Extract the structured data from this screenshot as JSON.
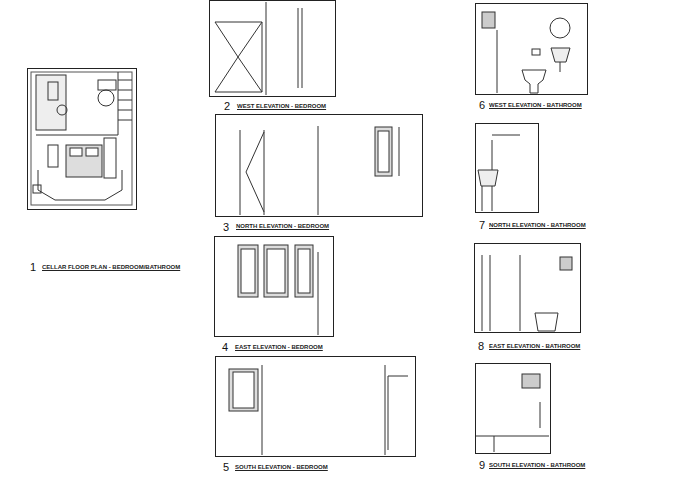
{
  "diagram": {
    "nodes": [
      {
        "text": [
          "1",
          "CELLAR FLOOR PLAN - BEDROOM/BATHROOM"
        ]
      },
      {
        "text": [
          "2",
          "WEST ELEVATION - BEDROOM"
        ]
      },
      {
        "text": [
          "3",
          "NORTH ELEVATION - BEDROOM"
        ]
      },
      {
        "text": [
          "4",
          "EAST ELEVATION - BEDROOM"
        ]
      },
      {
        "text": [
          "5",
          "SOUTH ELEVATION - BEDROOM"
        ]
      },
      {
        "text": [
          "6",
          "WEST ELEVATION - BATHROOM"
        ]
      },
      {
        "text": [
          "7",
          "NORTH ELEVATION - BATHROOM"
        ]
      },
      {
        "text": [
          "8",
          "EAST ELEVATION - BATHROOM"
        ]
      },
      {
        "text": [
          "9",
          "SOUTH ELEVATION - BATHROOM"
        ]
      }
    ],
    "edges": []
  }
}
